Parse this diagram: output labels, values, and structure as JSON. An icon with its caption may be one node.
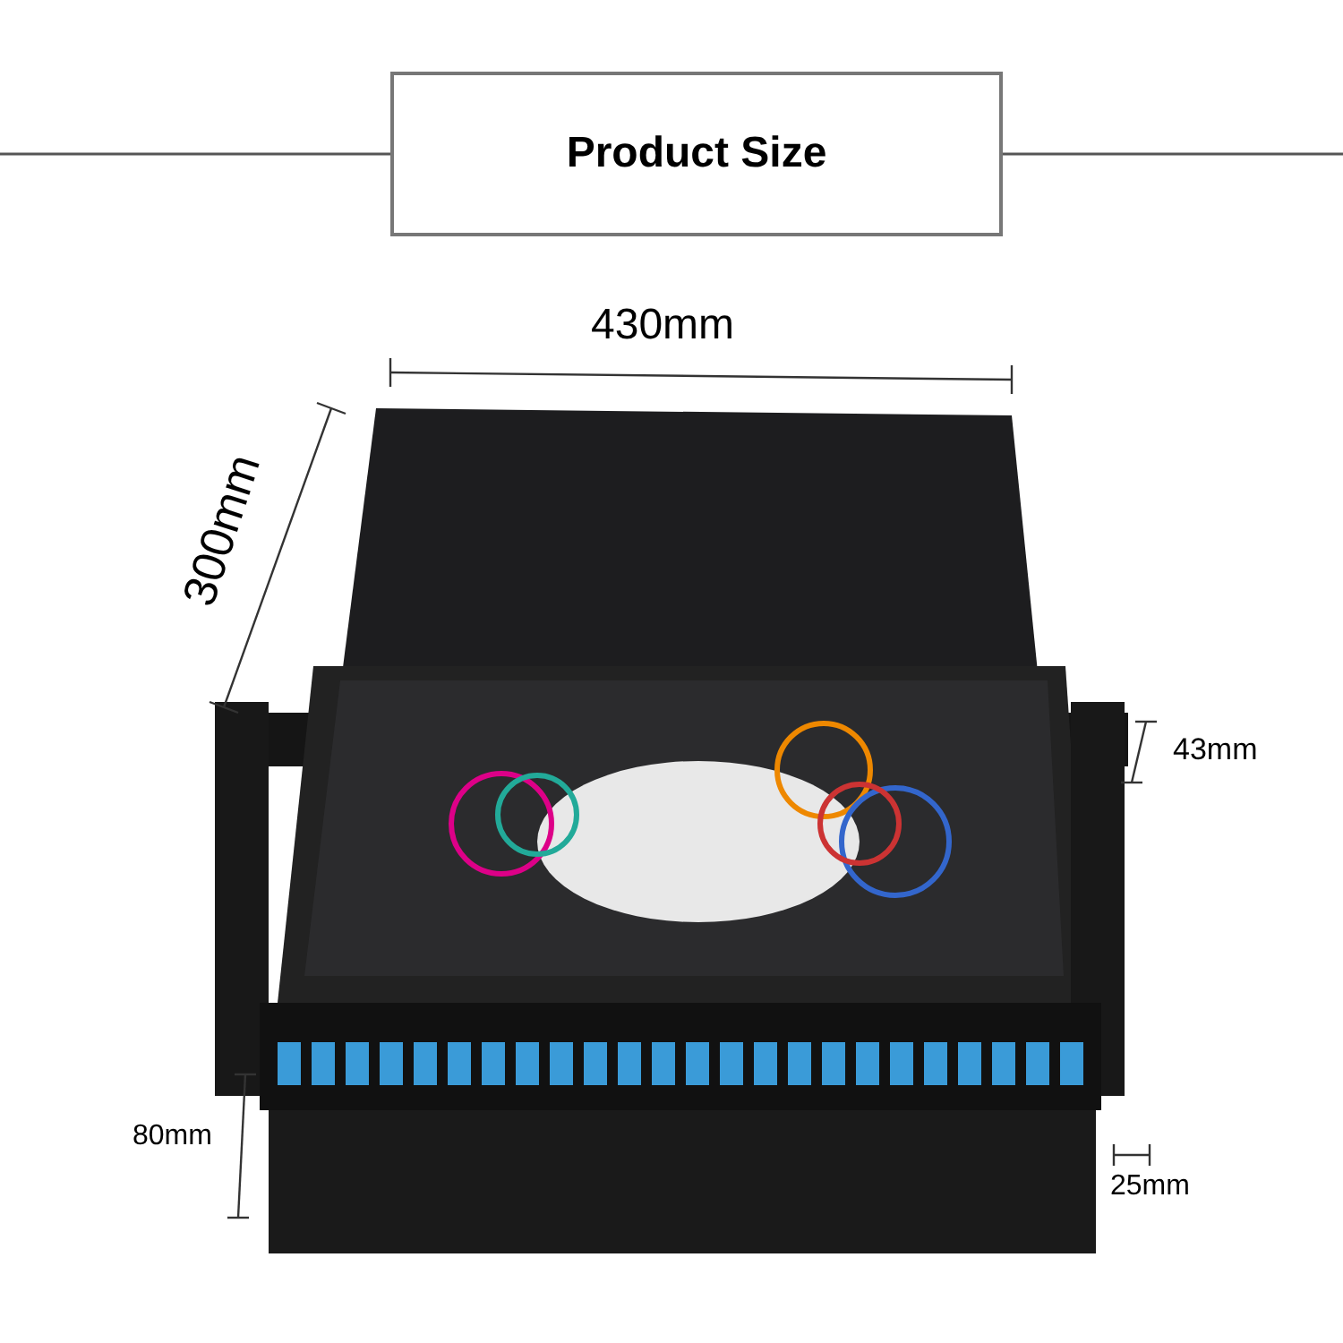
{
  "diagram": {
    "title": "Product Size",
    "labels": [
      "430mm",
      "300mm",
      "43mm",
      "80mm",
      "25mm"
    ]
  }
}
